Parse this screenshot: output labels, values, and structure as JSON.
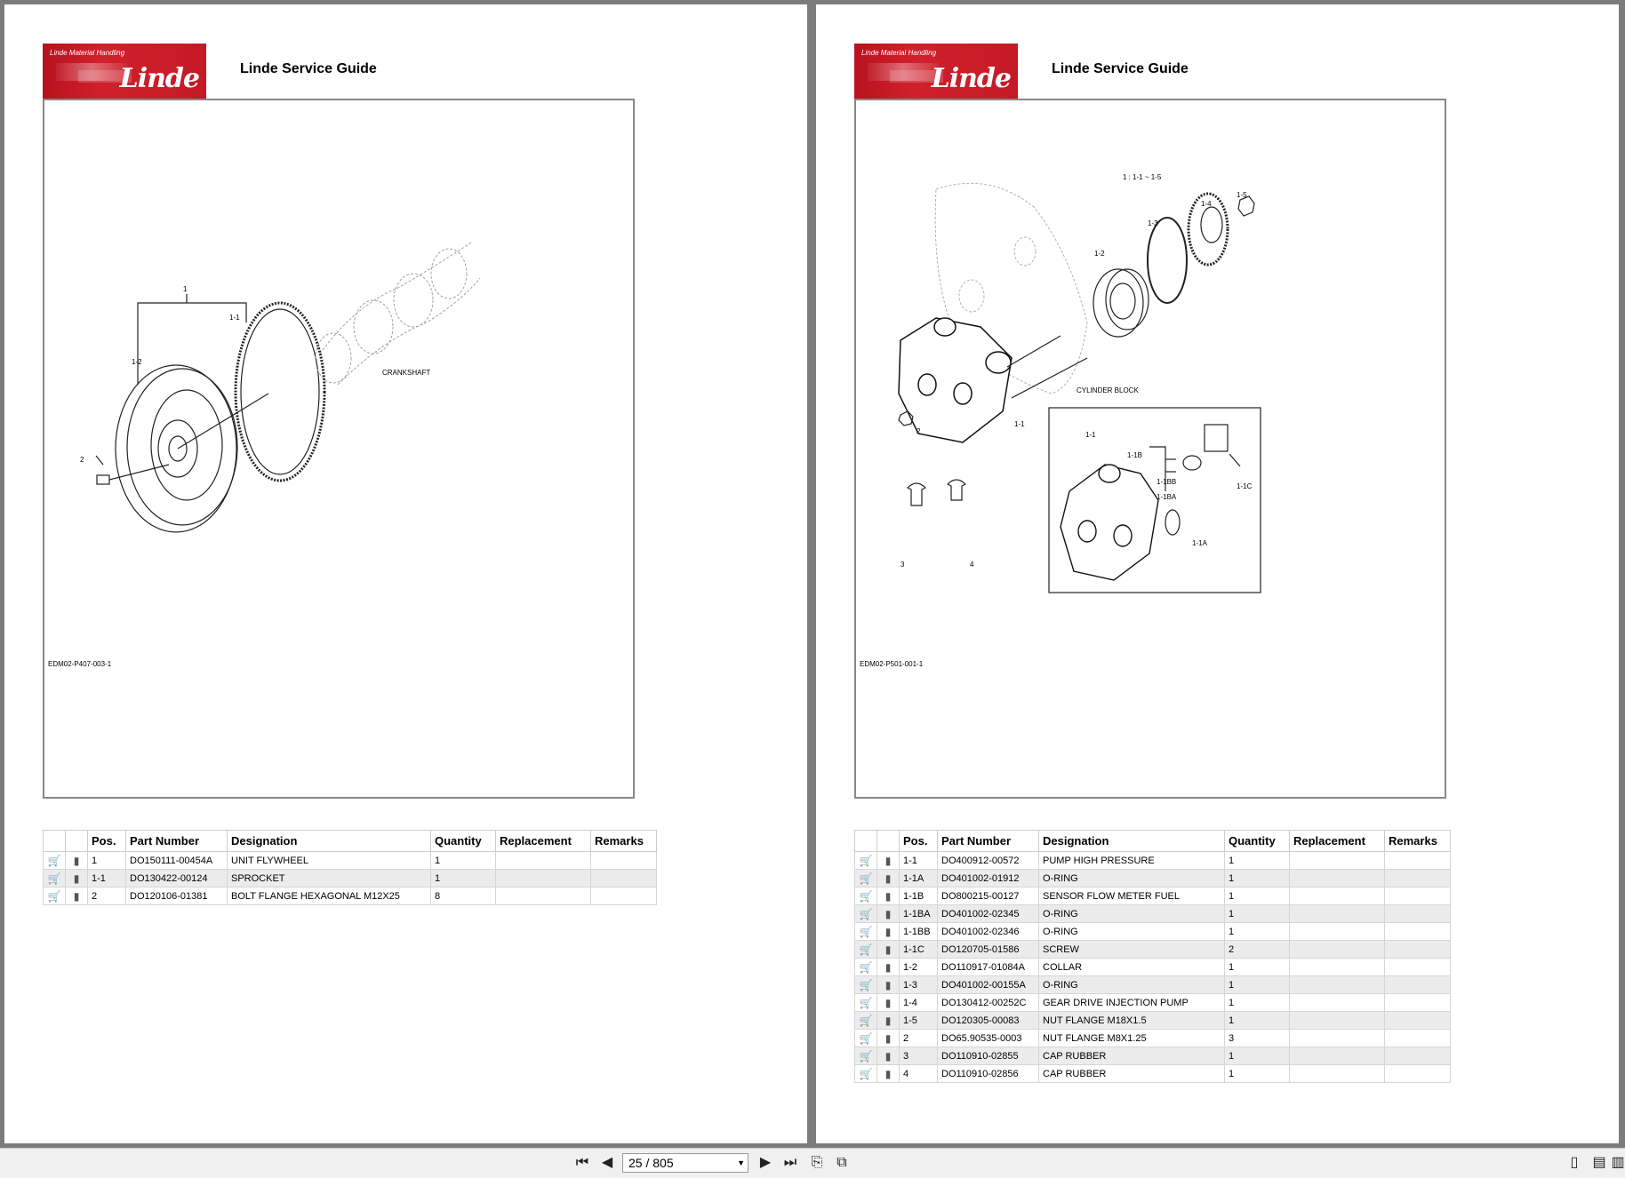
{
  "viewer": {
    "page_indicator": "25 / 805",
    "buttons": {
      "first": "⏮",
      "prev": "◀",
      "next": "▶",
      "last": "⏭"
    }
  },
  "brand": {
    "small": "Linde Material Handling",
    "name": "Linde"
  },
  "pages": [
    {
      "title": "Linde Service Guide",
      "figure_code": "EDM02-P407-003-1",
      "labels": [
        "1",
        "1-1",
        "1-2",
        "2",
        "CRANKSHAFT"
      ],
      "headers": [
        "Pos.",
        "Part Number",
        "Designation",
        "Quantity",
        "Replacement",
        "Remarks"
      ],
      "rows": [
        {
          "pos": "1",
          "part": "DO150111-00454A",
          "designation": "UNIT FLYWHEEL",
          "qty": "1"
        },
        {
          "pos": "1-1",
          "part": "DO130422-00124",
          "designation": "SPROCKET",
          "qty": "1"
        },
        {
          "pos": "2",
          "part": "DO120106-01381",
          "designation": "BOLT FLANGE HEXAGONAL M12X25",
          "qty": "8"
        }
      ]
    },
    {
      "title": "Linde Service Guide",
      "figure_code": "EDM02-P501-001-1",
      "labels": [
        "1 : 1-1 ~ 1-5",
        "1-1",
        "1-2",
        "1-3",
        "1-4",
        "1-5",
        "CYLINDER BLOCK",
        "2",
        "3",
        "4",
        "1-1",
        "1-1B",
        "1-1BB",
        "1-1BA",
        "1-1C",
        "1-1A"
      ],
      "headers": [
        "Pos.",
        "Part Number",
        "Designation",
        "Quantity",
        "Replacement",
        "Remarks"
      ],
      "rows": [
        {
          "pos": "1-1",
          "part": "DO400912-00572",
          "designation": "PUMP HIGH PRESSURE",
          "qty": "1"
        },
        {
          "pos": "1-1A",
          "part": "DO401002-01912",
          "designation": "O-RING",
          "qty": "1"
        },
        {
          "pos": "1-1B",
          "part": "DO800215-00127",
          "designation": "SENSOR FLOW METER FUEL",
          "qty": "1"
        },
        {
          "pos": "1-1BA",
          "part": "DO401002-02345",
          "designation": "O-RING",
          "qty": "1"
        },
        {
          "pos": "1-1BB",
          "part": "DO401002-02346",
          "designation": "O-RING",
          "qty": "1"
        },
        {
          "pos": "1-1C",
          "part": "DO120705-01586",
          "designation": "SCREW",
          "qty": "2"
        },
        {
          "pos": "1-2",
          "part": "DO110917-01084A",
          "designation": "COLLAR",
          "qty": "1"
        },
        {
          "pos": "1-3",
          "part": "DO401002-00155A",
          "designation": "O-RING",
          "qty": "1"
        },
        {
          "pos": "1-4",
          "part": "DO130412-00252C",
          "designation": "GEAR DRIVE INJECTION PUMP",
          "qty": "1"
        },
        {
          "pos": "1-5",
          "part": "DO120305-00083",
          "designation": "NUT FLANGE M18X1.5",
          "qty": "1"
        },
        {
          "pos": "2",
          "part": "DO65.90535-0003",
          "designation": "NUT FLANGE M8X1.25",
          "qty": "3"
        },
        {
          "pos": "3",
          "part": "DO110910-02855",
          "designation": "CAP RUBBER",
          "qty": "1"
        },
        {
          "pos": "4",
          "part": "DO110910-02856",
          "designation": "CAP RUBBER",
          "qty": "1"
        }
      ]
    }
  ]
}
